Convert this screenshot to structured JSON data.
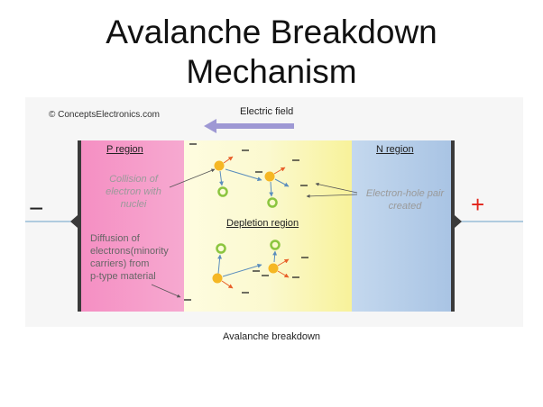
{
  "title": {
    "line1": "Avalanche Breakdown",
    "line2": "Mechanism"
  },
  "diagram": {
    "copyright": "© ConceptsElectronics.com",
    "electric_field_label": "Electric field",
    "p_region_label": "P region",
    "n_region_label": "N region",
    "depletion_region_label": "Depletion region",
    "collision_line1": "Collision of",
    "collision_line2": "electron with",
    "collision_line3": "nuclei",
    "pair_line1": "Electron-hole pair",
    "pair_line2": "created",
    "diffusion_line1": "Diffusion of",
    "diffusion_line2": "electrons(minority",
    "diffusion_line3": "carriers) from",
    "diffusion_line4": "p-type material",
    "minus_terminal": "−",
    "plus_terminal": "+",
    "colors": {
      "p_region": "#f39cc9",
      "depletion": "#fdfbc0",
      "n_region": "#b8d0ea",
      "field_arrow": "#9e98d4",
      "electron": "#f5b724",
      "hole": "#8bc53f",
      "plus_sign": "#e2231a"
    }
  },
  "caption": "Avalanche breakdown"
}
